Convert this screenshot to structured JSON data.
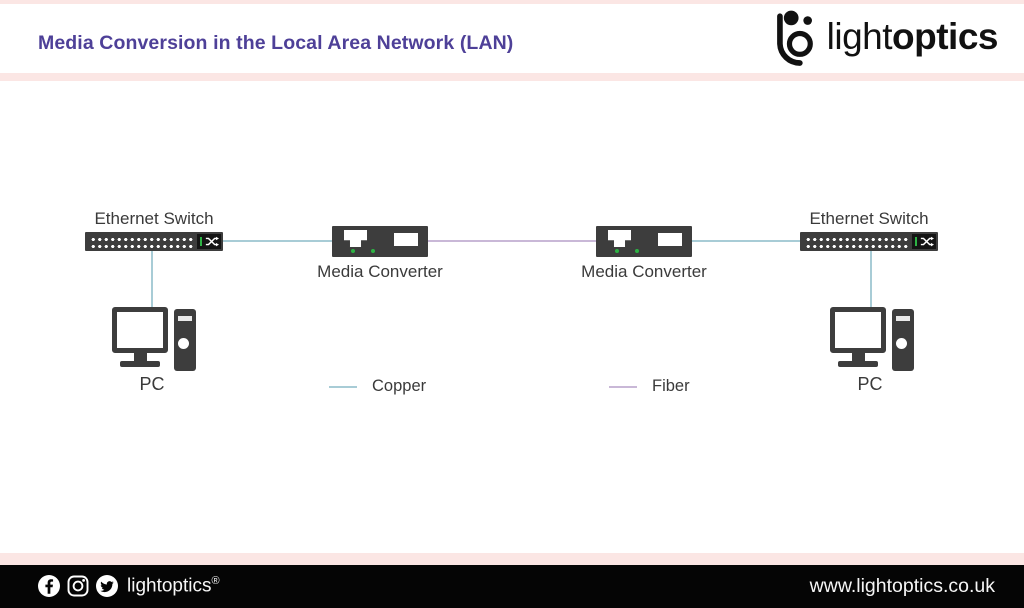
{
  "header": {
    "title": "Media Conversion in the Local Area Network (LAN)",
    "logo_light": "light",
    "logo_bold": "optics"
  },
  "diagram": {
    "nodes": {
      "switch_left": {
        "label": "Ethernet Switch"
      },
      "switch_right": {
        "label": "Ethernet Switch"
      },
      "converter_left": {
        "label": "Media Converter"
      },
      "converter_right": {
        "label": "Media Converter"
      },
      "pc_left": {
        "label": "PC"
      },
      "pc_right": {
        "label": "PC"
      }
    },
    "legend": {
      "copper_label": "Copper",
      "fiber_label": "Fiber"
    },
    "icons": {
      "switch_uplink": "crossover-shuffle-icon",
      "converter_ports": [
        "rj45-port",
        "fiber-port"
      ]
    },
    "colors": {
      "copper": "#a8ccd6",
      "fiber": "#c9b8d7",
      "device": "#3d3d3d",
      "led_green": "#2db344",
      "title_purple": "#4e4098",
      "pink_band": "#fbe6e4"
    }
  },
  "footer": {
    "brand": "lightoptics",
    "brand_reg": "®",
    "website": "www.lightoptics.co.uk",
    "social_icons": [
      "facebook",
      "instagram",
      "twitter"
    ]
  }
}
